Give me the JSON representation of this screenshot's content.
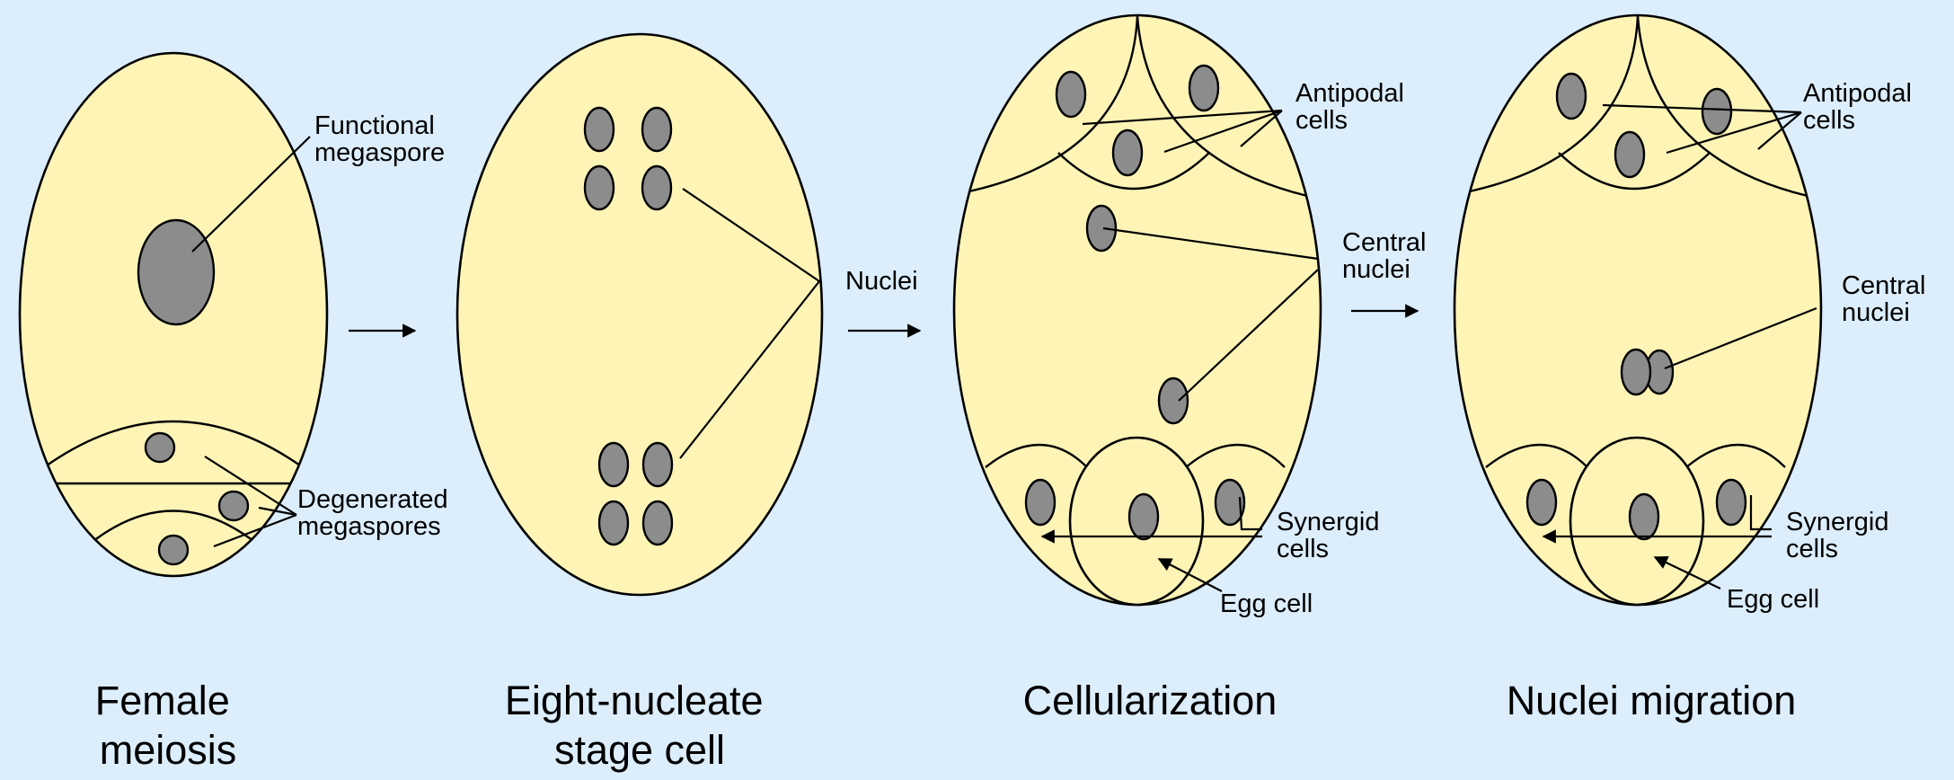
{
  "colors": {
    "background": "#dcedfb",
    "cell_fill": "#fdf4b6",
    "nucleus_fill": "#8c8c8c",
    "outline": "#000000"
  },
  "stages": [
    {
      "title": [
        "Female",
        "meiosis"
      ],
      "labels": {
        "functional_megaspore": [
          "Functional",
          "megaspore"
        ],
        "degenerated_megaspores": [
          "Degenerated",
          "megaspores"
        ]
      }
    },
    {
      "title": [
        "Eight-nucleate",
        "stage cell"
      ],
      "labels": {
        "nuclei": [
          "Nuclei"
        ]
      }
    },
    {
      "title": [
        "Cellularization"
      ],
      "labels": {
        "antipodal_cells": [
          "Antipodal",
          "cells"
        ],
        "central_nuclei": [
          "Central",
          "nuclei"
        ],
        "synergid_cells": [
          "Synergid",
          "cells"
        ],
        "egg_cell": [
          "Egg cell"
        ]
      }
    },
    {
      "title": [
        "Nuclei migration"
      ],
      "labels": {
        "antipodal_cells": [
          "Antipodal",
          "cells"
        ],
        "central_nuclei": [
          "Central",
          "nuclei"
        ],
        "synergid_cells": [
          "Synergid",
          "cells"
        ],
        "egg_cell": [
          "Egg cell"
        ]
      }
    }
  ],
  "arrows": [
    "stage-arrow-1",
    "stage-arrow-2",
    "stage-arrow-3"
  ]
}
